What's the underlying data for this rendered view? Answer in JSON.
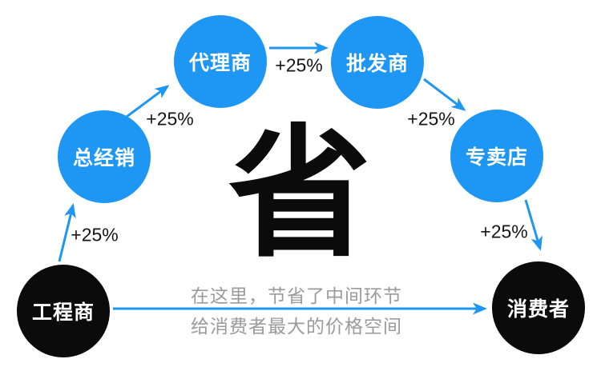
{
  "diagram": {
    "center_character": "省",
    "nodes": [
      {
        "id": "engineering",
        "label": "工程商",
        "type": "black"
      },
      {
        "id": "distributor",
        "label": "总经销",
        "type": "blue"
      },
      {
        "id": "agent",
        "label": "代理商",
        "type": "blue"
      },
      {
        "id": "wholesaler",
        "label": "批发商",
        "type": "blue"
      },
      {
        "id": "store",
        "label": "专卖店",
        "type": "blue"
      },
      {
        "id": "consumer",
        "label": "消费者",
        "type": "black"
      }
    ],
    "increment_labels": [
      "+25%",
      "+25%",
      "+25%",
      "+25%",
      "+25%"
    ],
    "bottom_note_line1": "在这里，节省了中间环节",
    "bottom_note_line2": "给消费者最大的价格空间",
    "colors": {
      "blue": "#1e96f4",
      "black": "#0b0b0b",
      "gray_text": "#9b9b9b",
      "white_text": "#ffffff"
    }
  }
}
